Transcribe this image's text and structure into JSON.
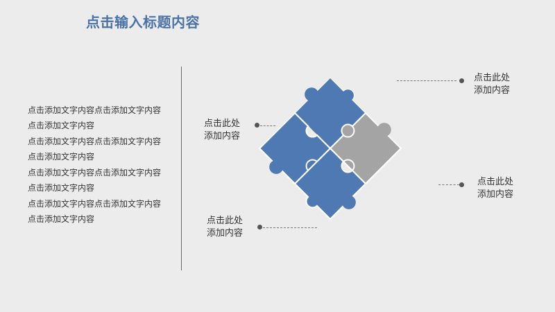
{
  "slide": {
    "title": "点击输入标题内容",
    "body_paragraphs": [
      "点击添加文字内容点击添加文字内容点击添加文字内容",
      "点击添加文字内容点击添加文字内容点击添加文字内容",
      "点击添加文字内容点击添加文字内容点击添加文字内容",
      "点击添加文字内容点击添加文字内容点击添加文字内容"
    ],
    "callouts": {
      "top_right": {
        "line1": "点击此处",
        "line2": "添加内容"
      },
      "left": {
        "line1": "点击此处",
        "line2": "添加内容"
      },
      "right": {
        "line1": "点击此处",
        "line2": "添加内容"
      },
      "bottom_left": {
        "line1": "点击此处",
        "line2": "添加内容"
      }
    }
  },
  "colors": {
    "title": "#4a72a8",
    "puzzle_blue": "#4e79b3",
    "puzzle_gray": "#a4a4a4",
    "background": "#ececec"
  }
}
